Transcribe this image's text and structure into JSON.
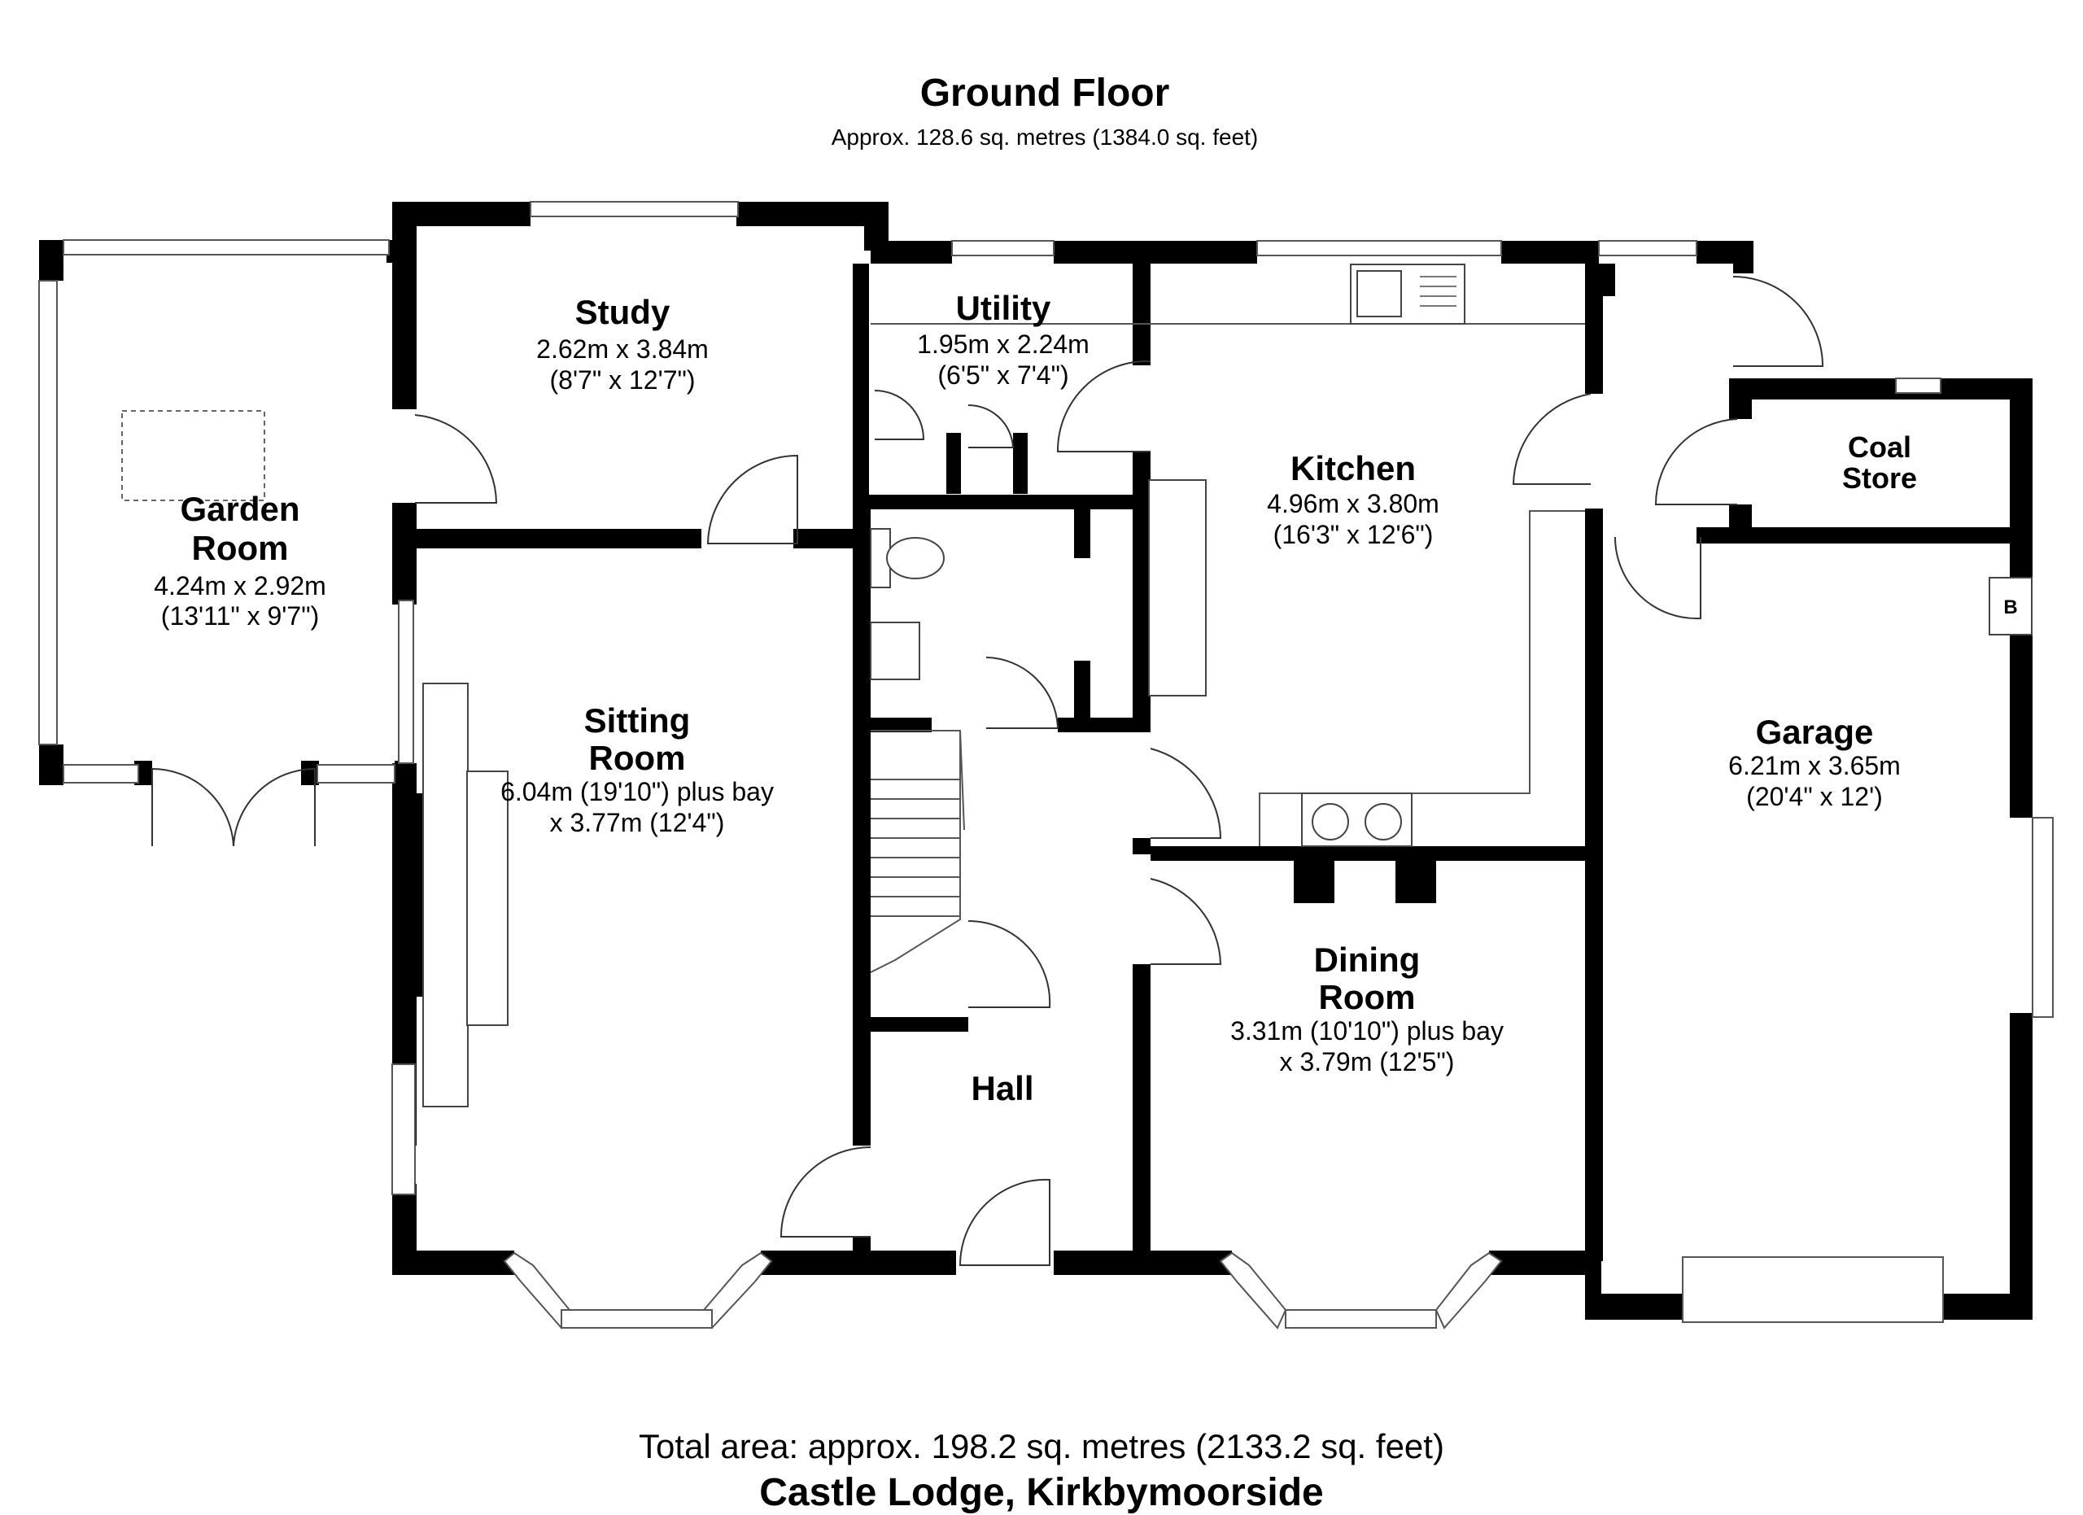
{
  "floor": {
    "title": "Ground Floor",
    "area": "Approx. 128.6 sq. metres (1384.0 sq. feet)"
  },
  "rooms": {
    "garden_room": {
      "name_1": "Garden",
      "name_2": "Room",
      "dim_1": "4.24m x 2.92m",
      "dim_2": "(13'11\" x 9'7\")"
    },
    "study": {
      "name": "Study",
      "dim_1": "2.62m x 3.84m",
      "dim_2": "(8'7\" x 12'7\")"
    },
    "utility": {
      "name": "Utility",
      "dim_1": "1.95m x 2.24m",
      "dim_2": "(6'5\" x 7'4\")"
    },
    "kitchen": {
      "name": "Kitchen",
      "dim_1": "4.96m x 3.80m",
      "dim_2": "(16'3\" x 12'6\")"
    },
    "coal_store": {
      "name_1": "Coal",
      "name_2": "Store"
    },
    "sitting_room": {
      "name_1": "Sitting",
      "name_2": "Room",
      "dim_1": "6.04m (19'10\") plus bay",
      "dim_2": "x 3.77m (12'4\")"
    },
    "garage": {
      "name": "Garage",
      "dim_1": "6.21m x 3.65m",
      "dim_2": "(20'4\" x 12')",
      "boiler_label": "B"
    },
    "dining_room": {
      "name_1": "Dining",
      "name_2": "Room",
      "dim_1": "3.31m (10'10\") plus bay",
      "dim_2": "x 3.79m (12'5\")"
    },
    "hall": {
      "name": "Hall"
    }
  },
  "footer": {
    "total_area": "Total area: approx. 198.2 sq. metres (2133.2 sq. feet)",
    "property": "Castle Lodge, Kirkbymoorside"
  }
}
